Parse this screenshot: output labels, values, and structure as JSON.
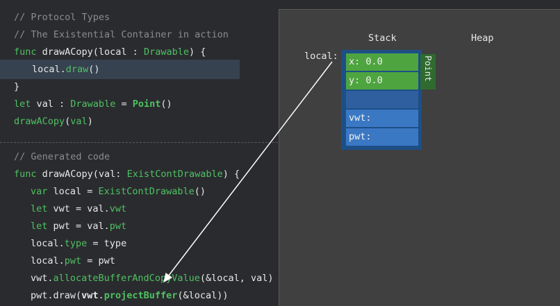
{
  "code": {
    "l1": "// Protocol Types",
    "l2": "// The Existential Container in action",
    "l3": {
      "kw": "func",
      "name": " drawACopy(local : ",
      "type": "Drawable",
      "rest": ") {"
    },
    "l4": {
      "var": "local.",
      "fn": "draw",
      "rest": "()"
    },
    "l5": "}",
    "l6": {
      "kw": "let",
      "a": " val : ",
      "type": "Drawable",
      "b": " = ",
      "pt": "Point",
      "c": "()"
    },
    "l7": {
      "fn": "drawACopy",
      "a": "(",
      "arg": "val",
      "b": ")"
    },
    "l8": "// Generated code",
    "l9": {
      "kw": "func",
      "name": " drawACopy(val: ",
      "type": "ExistContDrawable",
      "rest": ") {"
    },
    "l10": {
      "kw": "var",
      "a": " local = ",
      "type": "ExistContDrawable",
      "b": "()"
    },
    "l11": {
      "kw": "let",
      "a": " vwt = val.",
      "b": "vwt"
    },
    "l12": {
      "kw": "let",
      "a": " pwt = val.",
      "b": "pwt"
    },
    "l13": {
      "a": "local.",
      "b": "type",
      "c": " = type"
    },
    "l14": {
      "a": "local.",
      "b": "pwt",
      "c": " = pwt"
    },
    "l15": {
      "a": "vwt.",
      "b": "allocateBufferAndCopyValue",
      "c": "(&local, val)"
    },
    "l16": {
      "a": "pwt.draw(",
      "b": "vwt",
      "c": ".",
      "d": "projectBuffer",
      "e": "(&local))"
    }
  },
  "diagram": {
    "stack_label": "Stack",
    "heap_label": "Heap",
    "local_label": "local:",
    "cells": [
      "x: 0.0",
      "y: 0.0",
      "",
      "vwt:",
      "pwt:"
    ],
    "point_label": "Point"
  },
  "colors": {
    "green": "#4ec261",
    "comment": "#8a8c90",
    "cell_green": "#4ea53f",
    "cell_blue": "#3b78c4"
  }
}
